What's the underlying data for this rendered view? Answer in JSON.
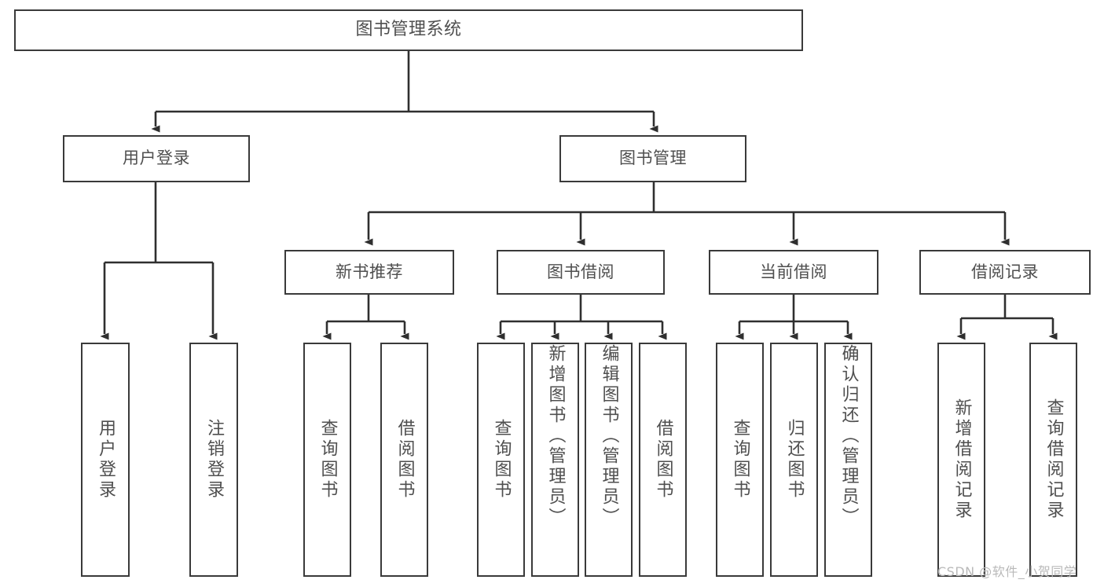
{
  "diagram": {
    "title": "图书管理系统",
    "type": "hierarchy-tree",
    "root": {
      "id": "root",
      "label": "图书管理系统"
    },
    "level1": [
      {
        "id": "login",
        "label": "用户登录"
      },
      {
        "id": "bookmgmt",
        "label": "图书管理"
      }
    ],
    "level2": [
      {
        "id": "newbook",
        "label": "新书推荐",
        "parent": "bookmgmt"
      },
      {
        "id": "borrow",
        "label": "图书借阅",
        "parent": "bookmgmt"
      },
      {
        "id": "current",
        "label": "当前借阅",
        "parent": "bookmgmt"
      },
      {
        "id": "record",
        "label": "借阅记录",
        "parent": "bookmgmt"
      }
    ],
    "leaves": {
      "login": [
        {
          "id": "leaf-user-login",
          "label": "用户登录"
        },
        {
          "id": "leaf-user-logout",
          "label": "注销登录"
        }
      ],
      "newbook": [
        {
          "id": "leaf-query-book-1",
          "label": "查询图书"
        },
        {
          "id": "leaf-borrow-book-1",
          "label": "借阅图书"
        }
      ],
      "borrow": [
        {
          "id": "leaf-query-book-2",
          "label": "查询图书"
        },
        {
          "id": "leaf-add-book",
          "label": "新增图书（管理员）"
        },
        {
          "id": "leaf-edit-book",
          "label": "编辑图书（管理员）"
        },
        {
          "id": "leaf-borrow-book-2",
          "label": "借阅图书"
        }
      ],
      "current": [
        {
          "id": "leaf-query-book-3",
          "label": "查询图书"
        },
        {
          "id": "leaf-return-book",
          "label": "归还图书"
        },
        {
          "id": "leaf-confirm-return",
          "label": "确认归还（管理员）"
        }
      ],
      "record": [
        {
          "id": "leaf-add-record",
          "label": "新增借阅记录"
        },
        {
          "id": "leaf-query-record",
          "label": "查询借阅记录"
        }
      ]
    }
  },
  "watermark": {
    "text": "CSDN @软件_小贺同学"
  },
  "colors": {
    "border": "#3a3a3a",
    "text": "#4f4f4f",
    "background": "#ffffff",
    "watermark": "#b9b9b9"
  }
}
